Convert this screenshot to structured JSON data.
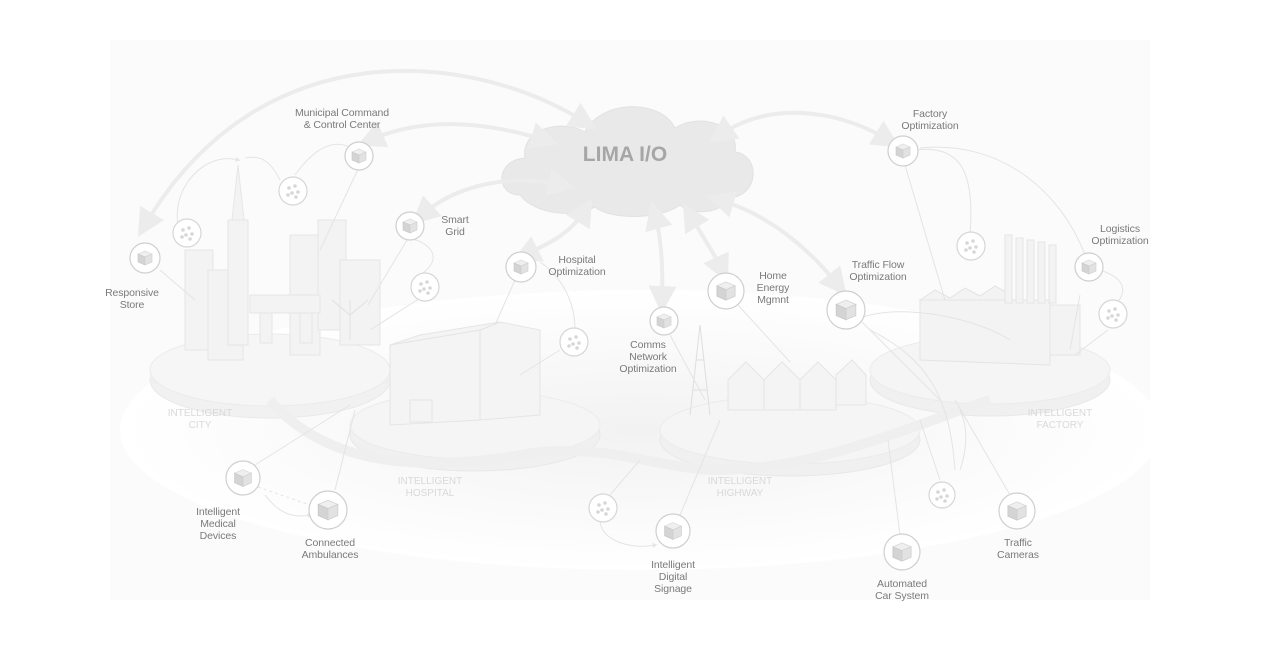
{
  "title": "LIMA I/O",
  "nodes": [
    {
      "id": "municipal",
      "label": "Municipal Command\n& Control Center"
    },
    {
      "id": "responsive",
      "label": "Responsive\nStore"
    },
    {
      "id": "smartgrid",
      "label": "Smart\nGrid"
    },
    {
      "id": "hospital",
      "label": "Hospital\nOptimization"
    },
    {
      "id": "comms",
      "label": "Comms\nNetwork\nOptimization"
    },
    {
      "id": "home",
      "label": "Home\nEnergy\nMgmnt"
    },
    {
      "id": "traffic",
      "label": "Traffic Flow\nOptimization"
    },
    {
      "id": "factory",
      "label": "Factory\nOptimization"
    },
    {
      "id": "logistics",
      "label": "Logistics\nOptimization"
    },
    {
      "id": "medical",
      "label": "Intelligent\nMedical\nDevices"
    },
    {
      "id": "ambulances",
      "label": "Connected\nAmbulances"
    },
    {
      "id": "signage",
      "label": "Intelligent\nDigital\nSignage"
    },
    {
      "id": "carsystem",
      "label": "Automated\nCar System"
    },
    {
      "id": "cameras",
      "label": "Traffic\nCameras"
    }
  ],
  "zones": [
    {
      "id": "city",
      "label": "INTELLIGENT\nCITY"
    },
    {
      "id": "hospital",
      "label": "INTELLIGENT\nHOSPITAL"
    },
    {
      "id": "highway",
      "label": "INTELLIGENT\nHIGHWAY"
    },
    {
      "id": "factory",
      "label": "INTELLIGENT\nFACTORY"
    }
  ]
}
